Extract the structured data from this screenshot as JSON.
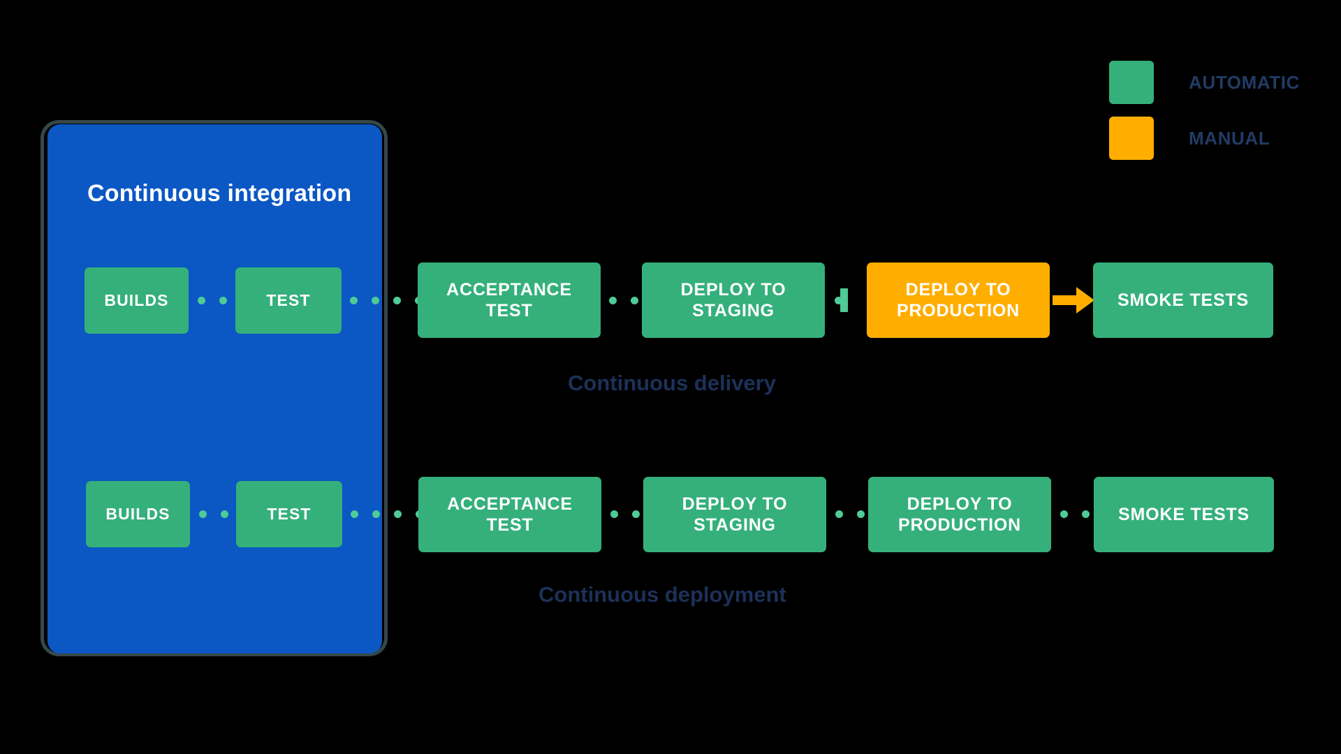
{
  "colors": {
    "background": "#000000",
    "automatic": "#35b07b",
    "manual": "#ffae00",
    "ci_panel": "#0b57c4",
    "ci_outline": "#36474a",
    "connector_dot": "#4ecb96",
    "caption_text": "#1c3159",
    "legend_text": "#213c64",
    "node_text": "#ffffff"
  },
  "legend": {
    "items": [
      {
        "label": "AUTOMATIC",
        "swatch": "automatic-swatch",
        "color": "#35b07b"
      },
      {
        "label": "MANUAL",
        "swatch": "manual-swatch",
        "color": "#ffae00"
      }
    ]
  },
  "ci_panel": {
    "title": "Continuous integration",
    "stages": [
      {
        "label": "BUILDS",
        "type": "automatic"
      },
      {
        "label": "TEST",
        "type": "automatic"
      }
    ]
  },
  "pipelines": [
    {
      "caption": "Continuous delivery",
      "stages": [
        {
          "label": "BUILDS",
          "type": "automatic",
          "in_ci_panel": true
        },
        {
          "label": "TEST",
          "type": "automatic",
          "in_ci_panel": true
        },
        {
          "label": "ACCEPTANCE TEST",
          "line1": "ACCEPTANCE",
          "line2": "TEST",
          "type": "automatic"
        },
        {
          "label": "DEPLOY TO STAGING",
          "line1": "DEPLOY TO",
          "line2": "STAGING",
          "type": "automatic"
        },
        {
          "label": "DEPLOY TO PRODUCTION",
          "line1": "DEPLOY TO",
          "line2": "PRODUCTION",
          "type": "manual"
        },
        {
          "label": "SMOKE TESTS",
          "line1": "SMOKE TESTS",
          "line2": "",
          "type": "automatic"
        }
      ],
      "connectors": [
        {
          "kind": "dots",
          "dot_count": 4
        },
        {
          "kind": "dots",
          "dot_count": 5
        },
        {
          "kind": "dots",
          "dot_count": 3
        },
        {
          "kind": "gate",
          "dot_count": 1,
          "note": "manual approval gate"
        },
        {
          "kind": "arrow",
          "color": "#ffae00"
        }
      ]
    },
    {
      "caption": "Continuous deployment",
      "stages": [
        {
          "label": "BUILDS",
          "type": "automatic",
          "in_ci_panel": true
        },
        {
          "label": "TEST",
          "type": "automatic",
          "in_ci_panel": true
        },
        {
          "label": "ACCEPTANCE TEST",
          "line1": "ACCEPTANCE",
          "line2": "TEST",
          "type": "automatic"
        },
        {
          "label": "DEPLOY TO STAGING",
          "line1": "DEPLOY TO",
          "line2": "STAGING",
          "type": "automatic"
        },
        {
          "label": "DEPLOY TO PRODUCTION",
          "line1": "DEPLOY TO",
          "line2": "PRODUCTION",
          "type": "automatic"
        },
        {
          "label": "SMOKE TESTS",
          "line1": "SMOKE TESTS",
          "line2": "",
          "type": "automatic"
        }
      ],
      "connectors": [
        {
          "kind": "dots",
          "dot_count": 4
        },
        {
          "kind": "dots",
          "dot_count": 7
        },
        {
          "kind": "dots",
          "dot_count": 3
        },
        {
          "kind": "dots",
          "dot_count": 3
        },
        {
          "kind": "dots",
          "dot_count": 3
        }
      ]
    }
  ]
}
